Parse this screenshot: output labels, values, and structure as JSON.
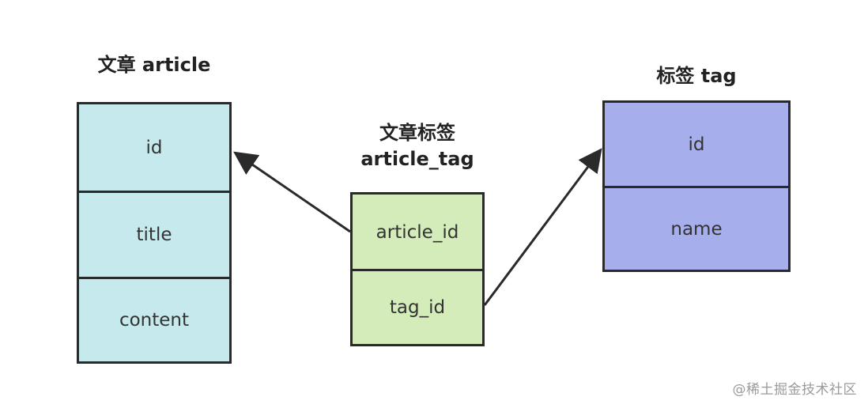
{
  "entities": {
    "article": {
      "title": "文章 article",
      "fields": [
        "id",
        "title",
        "content"
      ]
    },
    "article_tag": {
      "title_line1": "文章标签",
      "title_line2": "article_tag",
      "fields": [
        "article_id",
        "tag_id"
      ]
    },
    "tag": {
      "title": "标签 tag",
      "fields": [
        "id",
        "name"
      ]
    }
  },
  "relations": [
    {
      "from": "article_tag.article_id",
      "to": "article.id"
    },
    {
      "from": "article_tag.tag_id",
      "to": "tag.id"
    }
  ],
  "colors": {
    "article_fill": "#c5e9ec",
    "article_tag_fill": "#d3ecb9",
    "tag_fill": "#a7aeec",
    "border": "#2a2a2a"
  },
  "watermark": "@稀土掘金技术社区"
}
